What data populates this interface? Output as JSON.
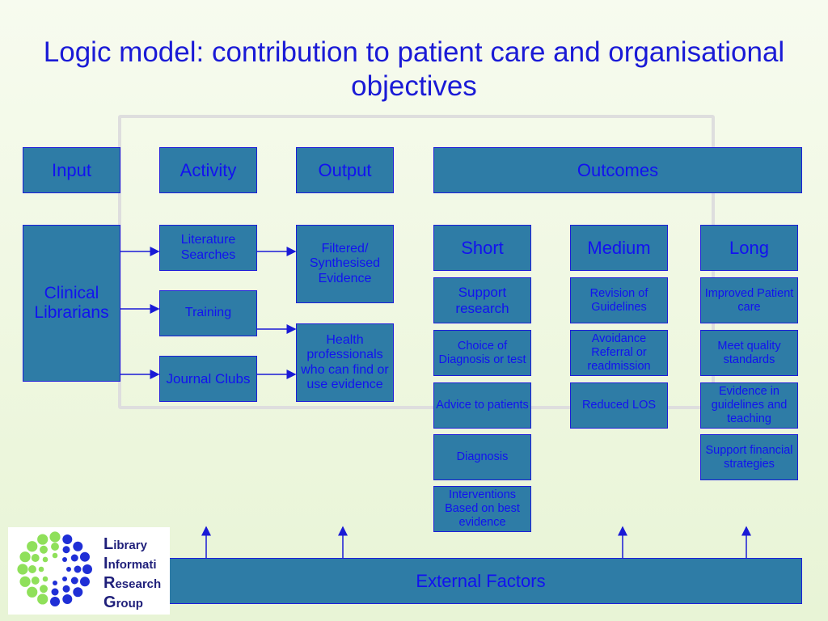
{
  "title": "Logic model: contribution to patient care and organisational objectives",
  "headers": {
    "input": "Input",
    "activity": "Activity",
    "output": "Output",
    "outcomes": "Outcomes"
  },
  "input_box": "Clinical Librarians",
  "activities": [
    "Literature Searches",
    "Training",
    "Journal Clubs"
  ],
  "outputs": [
    "Filtered/ Synthesised Evidence",
    "Health professionals who can find or use evidence"
  ],
  "outcome_headers": {
    "short": "Short",
    "medium": "Medium",
    "long": "Long"
  },
  "short": [
    "Support research",
    "Choice of Diagnosis or test",
    "Advice to patients",
    "Diagnosis",
    "Interventions Based on best evidence"
  ],
  "medium": [
    "Revision of Guidelines",
    "Avoidance Referral or readmission",
    "Reduced LOS"
  ],
  "long": [
    "Improved Patient care",
    "Meet quality standards",
    "Evidence in guidelines and teaching",
    "Support financial strategies"
  ],
  "external_factors": "External Factors",
  "logo": {
    "lines": [
      "L",
      "ibrary",
      "I",
      "nformati",
      "R",
      "esearch",
      "G",
      "roup"
    ]
  },
  "colors": {
    "box_fill": "#2e7ca6",
    "text_blue": "#1212f0",
    "title_blue": "#1a1ad6"
  }
}
